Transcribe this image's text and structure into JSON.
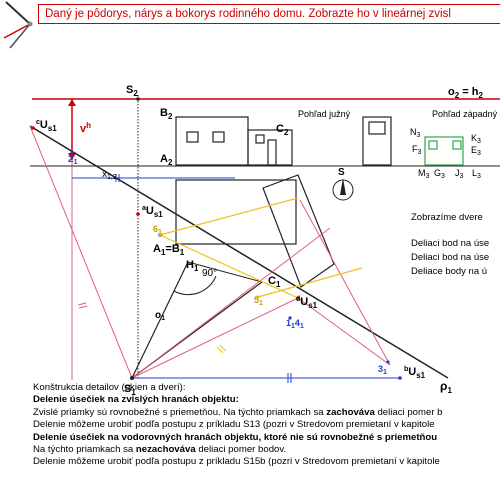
{
  "title": "Daný je pôdorys, nárys a bokorys rodinného domu. Zobrazte ho v lineárnej zvisl",
  "labels": {
    "s2": "S",
    "s2_sub": "2",
    "o2": "o",
    "o2_sub": "2",
    "o2_eq": " = h",
    "o2_eq_sub": "2",
    "vh": "v",
    "vh_sup": "h",
    "b2": "B",
    "b2_sub": "2",
    "a2": "A",
    "a2_sub": "2",
    "c2": "C",
    "c2_sub": "2",
    "south_view": "Pohľad južný",
    "west_view": "Pohľad západný",
    "n3": "N",
    "n3_sub": "3",
    "f3": "F",
    "f3_sub": "3",
    "k3": "K",
    "k3_sub": "3",
    "e3": "E",
    "e3_sub": "3",
    "m3": "M",
    "m3_sub": "3",
    "g3": "G",
    "g3_sub": "3",
    "j3": "J",
    "j3_sub": "3",
    "l3": "L",
    "l3_sub": "3",
    "cus1": "U",
    "cus1_pre": "c",
    "cus1_sub": "s1",
    "n21": "2",
    "n21_sub": "1",
    "x12": "x",
    "x12_sub": "1,2",
    "aus1": "U",
    "aus1_pre": "a",
    "aus1_sub": "s1",
    "s_north": "S",
    "n61": "6",
    "n61_sub": "1",
    "a1b1": "A",
    "a1b1_sub": "1",
    "a1b1_eq": "=B",
    "a1b1_eq_sub": "1",
    "h1": "H",
    "h1_sub": "1",
    "deg90": "90°",
    "c1": "C",
    "c1_sub": "1",
    "n51": "5",
    "n51_sub": "1",
    "dus1": "U",
    "dus1_pre": "d",
    "dus1_sub": "s1",
    "n1141": "1",
    "n1141_sub": "1",
    "n1141_b": "4",
    "n1141_b_sub": "1",
    "o1": "o",
    "o1_sub": "1",
    "s1": "S",
    "s1_sub": "1",
    "n31": "3",
    "n31_sub": "1",
    "bus1": "U",
    "bus1_pre": "b",
    "bus1_sub": "s1",
    "rho1": "ρ",
    "rho1_sub": "1"
  },
  "side_text": {
    "line1": "Zobrazíme dvere",
    "line2": "Deliaci bod na úse",
    "line3": "Deliaci bod na úse",
    "line4": "Deliace body na ú"
  },
  "notes": {
    "line1": "Konštrukcia detailov (okien a dverí):",
    "line2": "Delenie úsečiek na zvislých hranách objektu:",
    "line3a": "Zvislé priamky sú rovnobežné s priemetňou. Na týchto priamkach sa ",
    "line3b": "zachováva",
    "line3c": " deliaci pomer b",
    "line4": "Delenie môžeme urobiť podľa postupu z príkladu S13 (pozri v Stredovom premietaní v kapitole",
    "line5": "Delenie úsečiek na vodorovných hranách objektu, ktoré nie sú rovnobežné s priemetňou",
    "line6a": "Na týchto priamkach sa ",
    "line6b": "nezachováva",
    "line6c": " deliaci pomer bodov.",
    "line7": "Delenie môžeme urobiť podľa postupu z príkladu S15b (pozri v Stredovom premietaní v kapitole"
  },
  "colors": {
    "red": "#cc0000",
    "pink": "#e06080",
    "blue": "#1f3fd0",
    "yellow": "#f0c020",
    "green": "#2aa84a",
    "magenta": "#cc44cc"
  }
}
